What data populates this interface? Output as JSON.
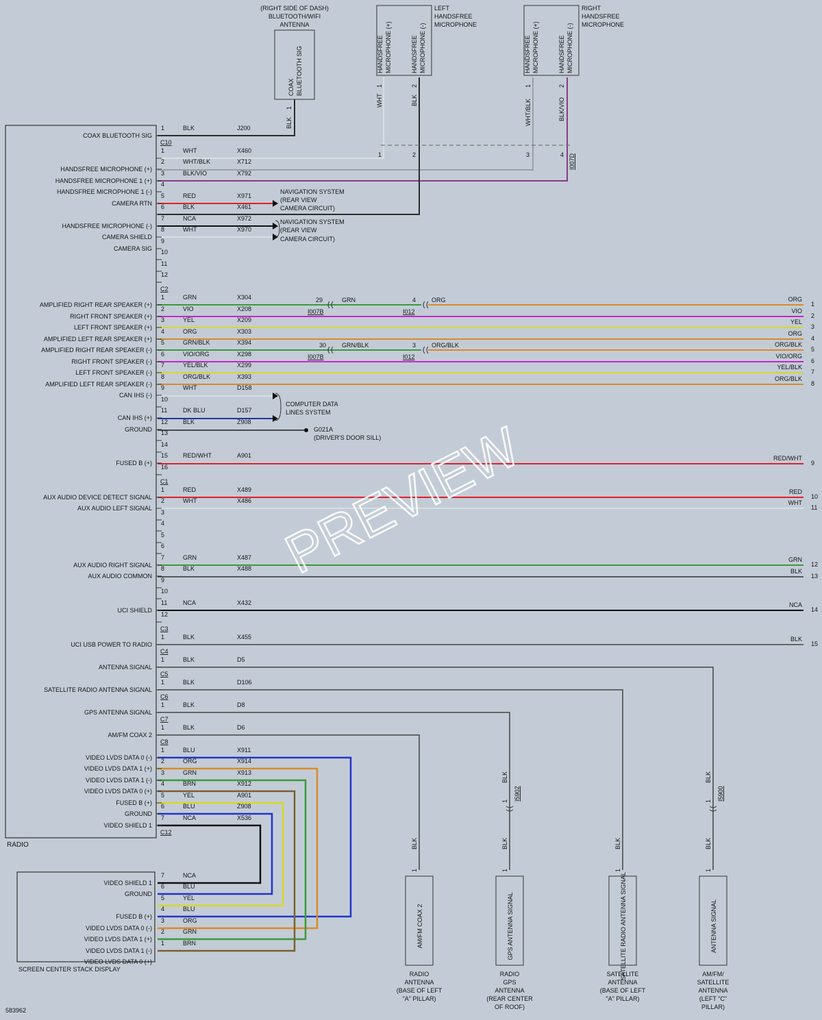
{
  "colors": {
    "background": "#c3ccd6",
    "BLK": "#2b2b2b",
    "WHT": "#d8dde2",
    "RED": "#e01e2c",
    "GRN": "#3b9a3b",
    "VIO": "#cc22cc",
    "YEL": "#d9d62a",
    "ORG": "#d98a2a",
    "BLU": "#2233cc",
    "BRN": "#7a6030",
    "NCA": "#1a1a1a",
    "DKBLU": "#1a3aa0",
    "BLKVIO": "#8a3a8a",
    "WHTBLK": "#9aa0a8"
  },
  "diagram_id": "583962",
  "watermark": "PREVIEW",
  "radio": {
    "name": "RADIO",
    "connectors": [
      "C10",
      "C2",
      "C1",
      "C3",
      "C4",
      "C5",
      "C6",
      "C7",
      "C8",
      "C12"
    ],
    "rows": [
      {
        "pin": "1",
        "label": "COAX BLUETOOTH SIG",
        "color": "BLK",
        "circuit": "J200",
        "conn_after": "C10"
      },
      {
        "pin": "1",
        "label": "",
        "color": "WHT",
        "circuit": "X460"
      },
      {
        "pin": "2",
        "label": "HANDSFREE MICROPHONE (+)",
        "color": "WHT/BLK",
        "circuit": "X712"
      },
      {
        "pin": "3",
        "label": "HANDSFREE MICROPHONE 1 (+)",
        "color": "BLK/VIO",
        "circuit": "X792"
      },
      {
        "pin": "4",
        "label": "HANDSFREE MICROPHONE 1 (-)",
        "color": "",
        "circuit": ""
      },
      {
        "pin": "5",
        "label": "CAMERA RTN",
        "color": "RED",
        "circuit": "X971"
      },
      {
        "pin": "6",
        "label": "",
        "color": "BLK",
        "circuit": "X461"
      },
      {
        "pin": "7",
        "label": "HANDSFREE MICROPHONE (-)",
        "color": "NCA",
        "circuit": "X972"
      },
      {
        "pin": "8",
        "label": "CAMERA SHIELD",
        "color": "WHT",
        "circuit": "X970"
      },
      {
        "pin": "9",
        "label": "CAMERA SIG",
        "color": "",
        "circuit": ""
      },
      {
        "pin": "10",
        "label": "",
        "color": "",
        "circuit": ""
      },
      {
        "pin": "11",
        "label": "",
        "color": "",
        "circuit": ""
      },
      {
        "pin": "12",
        "label": "",
        "color": "",
        "circuit": "",
        "conn_after": "C2"
      },
      {
        "pin": "1",
        "label": "AMPLIFIED RIGHT REAR SPEAKER (+)",
        "color": "GRN",
        "circuit": "X304"
      },
      {
        "pin": "2",
        "label": "RIGHT FRONT SPEAKER (+)",
        "color": "VIO",
        "circuit": "X208"
      },
      {
        "pin": "3",
        "label": "LEFT FRONT SPEAKER (+)",
        "color": "YEL",
        "circuit": "X209"
      },
      {
        "pin": "4",
        "label": "AMPLIFIED LEFT REAR SPEAKER (+)",
        "color": "ORG",
        "circuit": "X303"
      },
      {
        "pin": "5",
        "label": "AMPLIFIED RIGHT REAR SPEAKER (-)",
        "color": "GRN/BLK",
        "circuit": "X394"
      },
      {
        "pin": "6",
        "label": "RIGHT FRONT SPEAKER (-)",
        "color": "VIO/ORG",
        "circuit": "X298"
      },
      {
        "pin": "7",
        "label": "LEFT FRONT SPEAKER (-)",
        "color": "YEL/BLK",
        "circuit": "X299"
      },
      {
        "pin": "8",
        "label": "AMPLIFIED LEFT REAR SPEAKER (-)",
        "color": "ORG/BLK",
        "circuit": "X393"
      },
      {
        "pin": "9",
        "label": "CAN IHS (-)",
        "color": "WHT",
        "circuit": "D158"
      },
      {
        "pin": "10",
        "label": "",
        "color": "",
        "circuit": ""
      },
      {
        "pin": "11",
        "label": "CAN IHS (+)",
        "color": "DK BLU",
        "circuit": "D157"
      },
      {
        "pin": "12",
        "label": "GROUND",
        "color": "BLK",
        "circuit": "Z908"
      },
      {
        "pin": "13",
        "label": "",
        "color": "",
        "circuit": ""
      },
      {
        "pin": "14",
        "label": "",
        "color": "",
        "circuit": ""
      },
      {
        "pin": "15",
        "label": "FUSED B (+)",
        "color": "RED/WHT",
        "circuit": "A901"
      },
      {
        "pin": "16",
        "label": "",
        "color": "",
        "circuit": "",
        "conn_after": "C1"
      },
      {
        "pin": "1",
        "label": "AUX AUDIO DEVICE DETECT SIGNAL",
        "color": "RED",
        "circuit": "X489"
      },
      {
        "pin": "2",
        "label": "AUX AUDIO LEFT SIGNAL",
        "color": "WHT",
        "circuit": "X486"
      },
      {
        "pin": "3",
        "label": "",
        "color": "",
        "circuit": ""
      },
      {
        "pin": "4",
        "label": "",
        "color": "",
        "circuit": ""
      },
      {
        "pin": "5",
        "label": "",
        "color": "",
        "circuit": ""
      },
      {
        "pin": "6",
        "label": "",
        "color": "",
        "circuit": ""
      },
      {
        "pin": "7",
        "label": "AUX AUDIO RIGHT SIGNAL",
        "color": "GRN",
        "circuit": "X487"
      },
      {
        "pin": "8",
        "label": "AUX AUDIO COMMON",
        "color": "BLK",
        "circuit": "X488"
      },
      {
        "pin": "9",
        "label": "",
        "color": "",
        "circuit": ""
      },
      {
        "pin": "10",
        "label": "",
        "color": "",
        "circuit": ""
      },
      {
        "pin": "11",
        "label": "UCI SHIELD",
        "color": "NCA",
        "circuit": "X432"
      },
      {
        "pin": "12",
        "label": "",
        "color": "",
        "circuit": "",
        "conn_after": "C3"
      },
      {
        "pin": "1",
        "label": "UCI USB POWER TO RADIO",
        "color": "BLK",
        "circuit": "X455",
        "conn_after": "C4"
      },
      {
        "pin": "1",
        "label": "ANTENNA SIGNAL",
        "color": "BLK",
        "circuit": "D5",
        "conn_after": "C5"
      },
      {
        "pin": "1",
        "label": "SATELLITE RADIO ANTENNA SIGNAL",
        "color": "BLK",
        "circuit": "D106",
        "conn_after": "C6"
      },
      {
        "pin": "1",
        "label": "GPS ANTENNA SIGNAL",
        "color": "BLK",
        "circuit": "D8",
        "conn_after": "C7"
      },
      {
        "pin": "1",
        "label": "AM/FM COAX 2",
        "color": "BLK",
        "circuit": "D6",
        "conn_after": "C8"
      },
      {
        "pin": "1",
        "label": "VIDEO LVDS DATA 0 (-)",
        "color": "BLU",
        "circuit": "X911"
      },
      {
        "pin": "2",
        "label": "VIDEO LVDS DATA 1 (+)",
        "color": "ORG",
        "circuit": "X914"
      },
      {
        "pin": "3",
        "label": "VIDEO LVDS DATA 1 (-)",
        "color": "GRN",
        "circuit": "X913"
      },
      {
        "pin": "4",
        "label": "VIDEO LVDS DATA 0 (+)",
        "color": "BRN",
        "circuit": "X912"
      },
      {
        "pin": "5",
        "label": "FUSED B (+)",
        "color": "YEL",
        "circuit": "A901"
      },
      {
        "pin": "6",
        "label": "GROUND",
        "color": "BLU",
        "circuit": "Z908"
      },
      {
        "pin": "7",
        "label": "VIDEO SHIELD 1",
        "color": "NCA",
        "circuit": "X536",
        "conn_after": "C12"
      }
    ]
  },
  "right_wire_labels": [
    {
      "color": "ORG",
      "num": "1"
    },
    {
      "color": "VIO",
      "num": "2"
    },
    {
      "color": "YEL",
      "num": "3"
    },
    {
      "color": "ORG",
      "num": "4"
    },
    {
      "color": "ORG/BLK",
      "num": "5"
    },
    {
      "color": "VIO/ORG",
      "num": "6"
    },
    {
      "color": "YEL/BLK",
      "num": "7"
    },
    {
      "color": "ORG/BLK",
      "num": "8"
    },
    {
      "color": "RED/WHT",
      "num": "9"
    },
    {
      "color": "RED",
      "num": "10"
    },
    {
      "color": "WHT",
      "num": "11"
    },
    {
      "color": "GRN",
      "num": "12"
    },
    {
      "color": "BLK",
      "num": "13"
    },
    {
      "color": "NCA",
      "num": "14"
    },
    {
      "color": "BLK",
      "num": "15"
    }
  ],
  "splices": {
    "i007b_a": "29",
    "i007b_label": "I007B",
    "grn": "GRN",
    "i012_a": "4",
    "i012_label": "I012",
    "org": "ORG",
    "i007b_b": "30",
    "grnblk": "GRN/BLK",
    "i012_b": "3",
    "orgblk": "ORG/BLK"
  },
  "bt_antenna": {
    "title1": "(RIGHT SIDE OF DASH)",
    "title2": "BLUETOOTH/WIFI",
    "title3": "ANTENNA",
    "sig1": "COAX",
    "sig2": "BLUETOOTH SIG",
    "wire": "BLK",
    "pin": "1"
  },
  "left_mic": {
    "title1": "LEFT",
    "title2": "HANDSFREE",
    "title3": "MICROPHONE",
    "p1a": "HANDSFREE",
    "p1b": "MICROPHONE (+)",
    "p2a": "HANDSFREE",
    "p2b": "MICROPHONE (-)",
    "w1": "WHT",
    "n1": "1",
    "w2": "BLK",
    "n2": "2"
  },
  "right_mic": {
    "title1": "RIGHT",
    "title2": "HANDSFREE",
    "title3": "MICROPHONE",
    "p1a": "HANDSFREE",
    "p1b": "MICROPHONE (+)",
    "p2a": "HANDSFREE",
    "p2b": "MICROPHONE (-)",
    "w1": "WHT/BLK",
    "n1": "1",
    "w2": "BLK/VIO",
    "n2": "2"
  },
  "mic_conn": {
    "n1": "1",
    "n2": "2",
    "n3": "3",
    "n4": "4",
    "label": "I007D"
  },
  "nav1": {
    "l1": "NAVIGATION SYSTEM",
    "l2": "(REAR VIEW",
    "l3": "CAMERA CIRCUIT)"
  },
  "nav2": {
    "l1": "NAVIGATION SYSTEM",
    "l2": "(REAR VIEW",
    "l3": "CAMERA CIRCUIT)"
  },
  "computer": {
    "l1": "COMPUTER DATA",
    "l2": "LINES SYSTEM"
  },
  "ground": {
    "l1": "G021A",
    "l2": "(DRIVER'S DOOR SILL)"
  },
  "display": {
    "name": "SCREEN CENTER STACK DISPLAY",
    "rows": [
      {
        "pin": "7",
        "label": "VIDEO SHIELD 1",
        "color": "NCA"
      },
      {
        "pin": "6",
        "label": "GROUND",
        "color": "BLU"
      },
      {
        "pin": "5",
        "label": "",
        "color": "YEL"
      },
      {
        "pin": "4",
        "label": "FUSED B (+)",
        "color": "BLU"
      },
      {
        "pin": "3",
        "label": "VIDEO LVDS DATA 0 (-)",
        "color": "ORG"
      },
      {
        "pin": "2",
        "label": "VIDEO LVDS DATA 1 (+)",
        "color": "GRN"
      },
      {
        "pin": "1",
        "label": "VIDEO LVDS DATA 1 (-)",
        "color": "BRN"
      },
      {
        "pin": "",
        "label": "VIDEO LVDS DATA 0 (+)",
        "color": ""
      }
    ]
  },
  "antennas": [
    {
      "sig": "AM/FM COAX 2",
      "wire": "BLK",
      "pin": "1",
      "l1": "RADIO",
      "l2": "ANTENNA",
      "l3": "(BASE OF LEFT",
      "l4": "\"A\" PILLAR)",
      "l5": ""
    },
    {
      "sig": "GPS ANTENNA SIGNAL",
      "wire": "BLK",
      "pin": "1",
      "l1": "RADIO",
      "l2": "GPS",
      "l3": "ANTENNA",
      "l4": "(REAR CENTER",
      "l5": "OF ROOF)",
      "splice": "I5902",
      "upper_wire": "BLK",
      "upper_pin": "1"
    },
    {
      "sig": "SATELLITE RADIO ANTENNA SIGNAL",
      "wire": "BLK",
      "pin": "1",
      "l1": "SATELLITE",
      "l2": "ANTENNA",
      "l3": "(BASE OF LEFT",
      "l4": "\"A\" PILLAR)",
      "l5": ""
    },
    {
      "sig": "ANTENNA SIGNAL",
      "wire": "BLK",
      "pin": "1",
      "l1": "AM/FM/",
      "l2": "SATELLITE",
      "l3": "ANTENNA",
      "l4": "(LEFT \"C\"",
      "l5": "PILLAR)",
      "splice": "I5900",
      "upper_wire": "BLK",
      "upper_pin": "1"
    }
  ]
}
